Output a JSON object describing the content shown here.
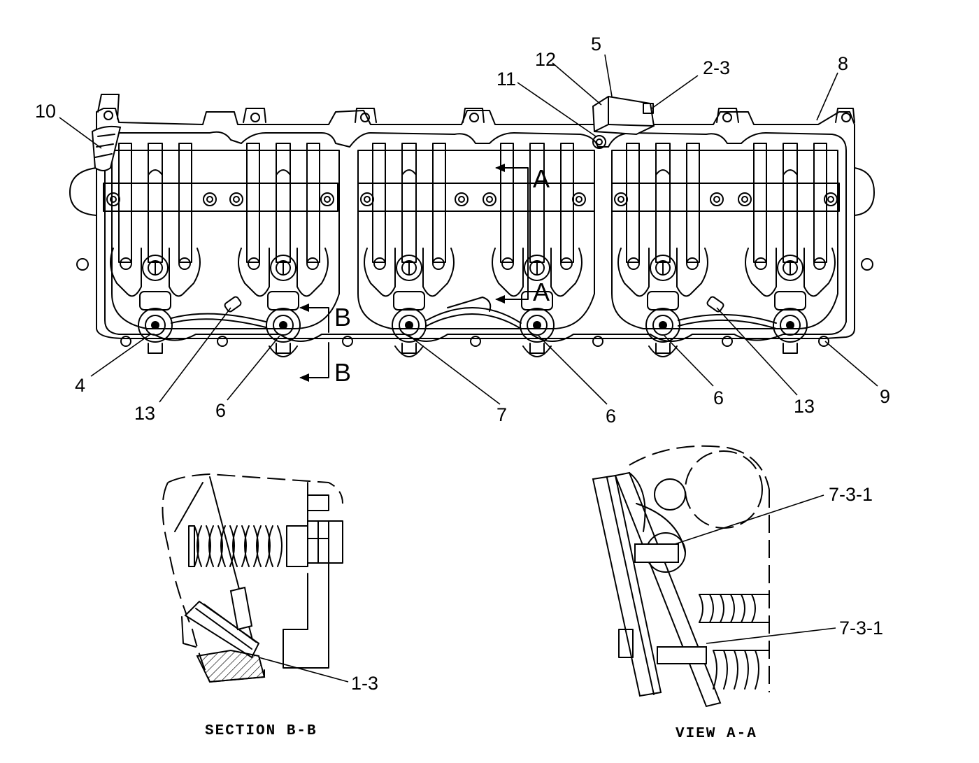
{
  "callouts": {
    "c10": "10",
    "c12": "12",
    "c5": "5",
    "c11": "11",
    "c2_3": "2-3",
    "c8": "8",
    "c4": "4",
    "c13_left": "13",
    "c6_left": "6",
    "c7": "7",
    "c6_mid": "6",
    "c6_right": "6",
    "c13_right": "13",
    "c9": "9",
    "c1_3": "1-3",
    "c7_3_1_upper": "7-3-1",
    "c7_3_1_lower": "7-3-1"
  },
  "section_markers": {
    "a_top": "A",
    "a_bottom": "A",
    "b_top": "B",
    "b_bottom": "B"
  },
  "captions": {
    "section_bb": "SECTION B-B",
    "view_aa": "VIEW A-A"
  }
}
